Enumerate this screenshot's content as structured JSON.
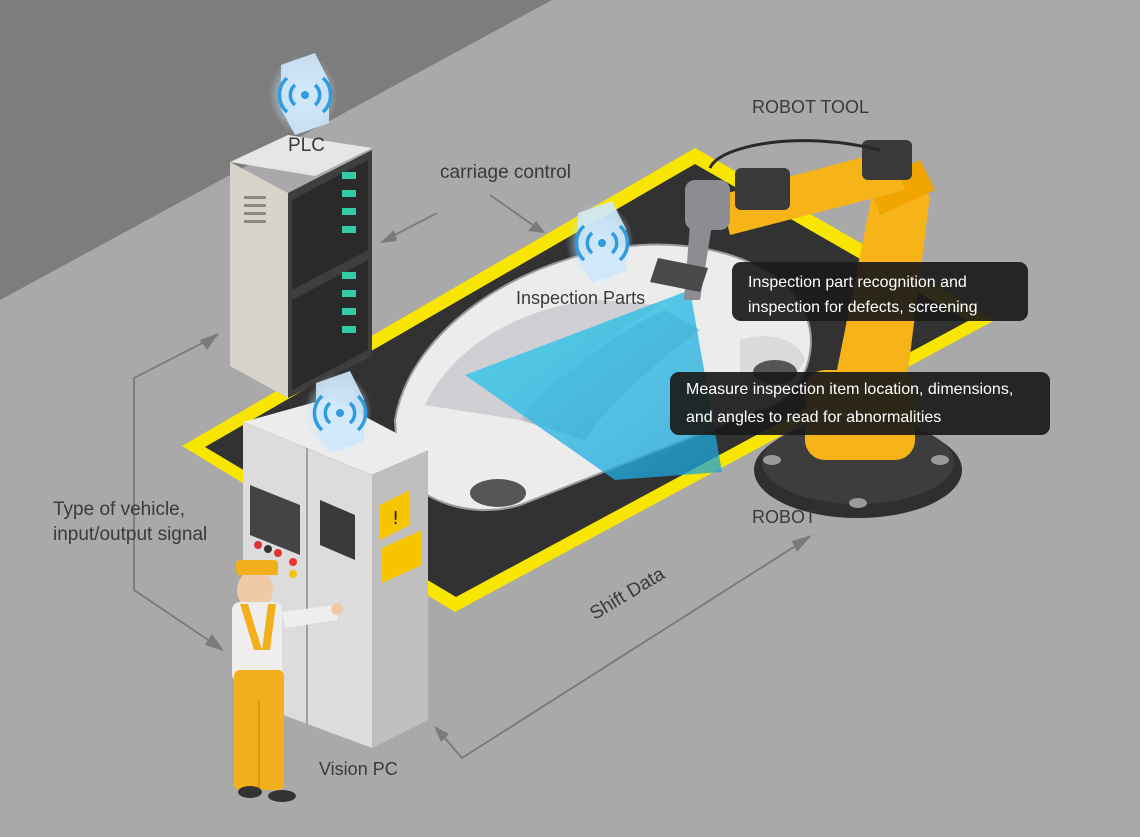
{
  "labels": {
    "plc": "PLC",
    "robot_tool": "ROBOT TOOL",
    "carriage_control": "carriage control",
    "inspection_parts": "Inspection Parts",
    "robot": "ROBOT",
    "vehicle_type_line1": "Type of vehicle,",
    "vehicle_type_line2": "input/output signal",
    "shift_data": "Shift Data",
    "vision_pc": "Vision PC"
  },
  "callouts": {
    "recognition": {
      "line1": "Inspection part recognition and",
      "line2": "inspection for defects, screening"
    },
    "measurement": {
      "line1": "Measure inspection item location, dimensions,",
      "line2": "and angles to read for abnormalities"
    }
  },
  "icons": {
    "wireless": "wireless-signal-icon",
    "warning": "warning-triangle-icon"
  },
  "colors": {
    "floor": "#a9a9a9",
    "wall": "#7d7d7d",
    "safety_line": "#f8e600",
    "mat": "#333333",
    "robot_yellow": "#f7b418",
    "wireless_blue": "#2f9be0",
    "callout_bg": "#1a1a1a"
  }
}
